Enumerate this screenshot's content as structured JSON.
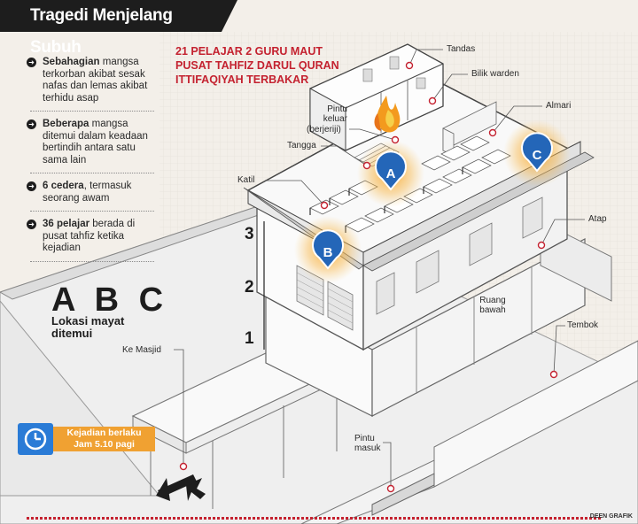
{
  "title": "Tragedi Menjelang Subuh",
  "headline": [
    "21 PELAJAR 2 GURU MAUT",
    "PUSAT TAHFIZ DARUL QURAN",
    "ITTIFAQIYAH TERBAKAR"
  ],
  "facts": [
    {
      "bold": "Sebahagian",
      "text": " mangsa terkorban akibat sesak nafas dan lemas akibat terhidu asap"
    },
    {
      "bold": "Beberapa",
      "text": " mangsa ditemui dalam keadaan bertindih antara satu sama lain"
    },
    {
      "bold": "6 cedera",
      "text": ", termasuk seorang awam"
    },
    {
      "bold": "36 pelajar",
      "text": " berada di pusat tahfiz ketika kejadian"
    }
  ],
  "legend": {
    "letters": "A B C",
    "label": "Lokasi mayat ditemui"
  },
  "labels": {
    "tandas": "Tandas",
    "bilik_warden": "Bilik warden",
    "almari": "Almari",
    "pintu_keluar": [
      "Pintu",
      "keluar",
      "(berjeriji)"
    ],
    "tangga": "Tangga",
    "katil": "Katil",
    "atap": "Atap",
    "ruang_bawah": [
      "Ruang",
      "bawah"
    ],
    "tembok": "Tembok",
    "ke_masjid": "Ke Masjid",
    "pintu_masuk": [
      "Pintu",
      "masuk"
    ]
  },
  "floors": [
    "3",
    "2",
    "1"
  ],
  "markers": [
    "A",
    "B",
    "C"
  ],
  "notice": [
    "Kejadian berlaku",
    "Jam 5.10 pagi"
  ],
  "credit": "DEEN GRAFIK",
  "colors": {
    "accent_red": "#c42230",
    "marker_blue": "#2466b8",
    "fire": "#f39a1e",
    "notice_orange": "#f0a132",
    "notice_blue": "#2a7bd6"
  }
}
